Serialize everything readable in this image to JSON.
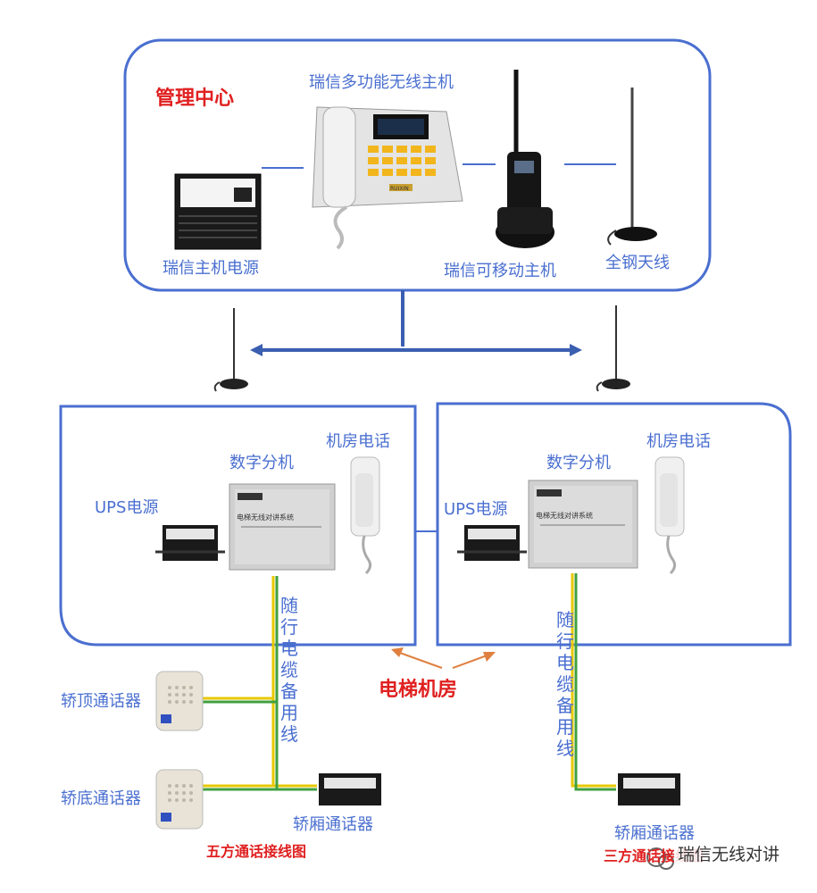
{
  "center": {
    "title": "管理中心"
  },
  "devices": {
    "main_host": "瑞信多功能无线主机",
    "power": "瑞信主机电源",
    "mobile": "瑞信可移动主机",
    "antenna": "全钢天线"
  },
  "room_left": {
    "ups": "UPS电源",
    "ext": "数字分机",
    "phone": "机房电话",
    "cable": "随行电缆备用线"
  },
  "room_right": {
    "ups": "UPS电源",
    "ext": "数字分机",
    "phone": "机房电话",
    "cable": "随行电缆备用线"
  },
  "machine_room": "电梯机房",
  "intercoms": {
    "top": "轿顶通话器",
    "bottom": "轿底通话器",
    "car_left": "轿厢通话器",
    "car_right": "轿厢通话器"
  },
  "captions": {
    "five": "五方通话接线图",
    "three": "三方通话接线图"
  },
  "device_text": {
    "ext_panel": "电梯无线对讲系统",
    "brand": "RUIXIN"
  },
  "watermark": "瑞信无线对讲",
  "colors": {
    "frame": "#4a6fd0",
    "accent_red": "#e02020",
    "wire_yellow": "#e8c800",
    "wire_green": "#40a040"
  }
}
